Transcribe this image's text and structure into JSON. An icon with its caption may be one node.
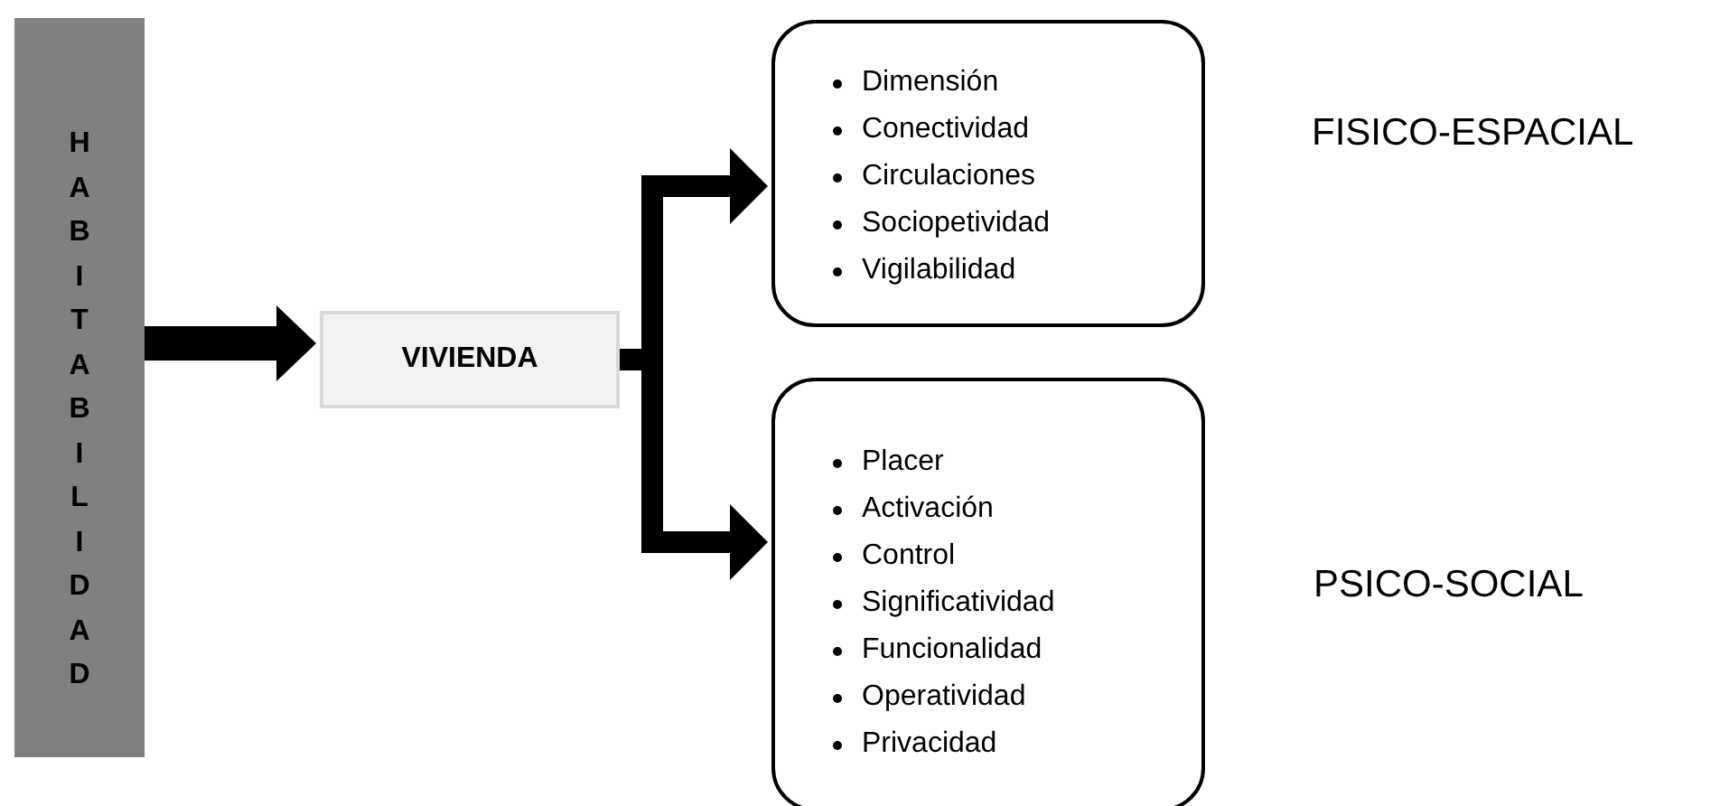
{
  "diagram": {
    "nodes": [
      {
        "text": [
          "HABITABILIDAD"
        ]
      },
      {
        "text": [
          "VIVIENDA"
        ]
      },
      {
        "text": [
          "Dimensión",
          "Conectividad",
          "Circulaciones",
          "Sociopetividad",
          "Vigilabilidad"
        ],
        "beside": [
          "FISICO-ESPACIAL"
        ]
      },
      {
        "text": [
          "Placer",
          "Activación",
          "Control",
          "Significatividad",
          "Funcionalidad",
          "Operatividad",
          "Privacidad"
        ],
        "beside": [
          "PSICO-SOCIAL"
        ]
      }
    ],
    "edges": [
      {
        "from": 0,
        "to": 1,
        "arrow": "to"
      },
      {
        "from": 1,
        "to": 2,
        "arrow": "to"
      },
      {
        "from": 1,
        "to": 3,
        "arrow": "to"
      }
    ]
  }
}
